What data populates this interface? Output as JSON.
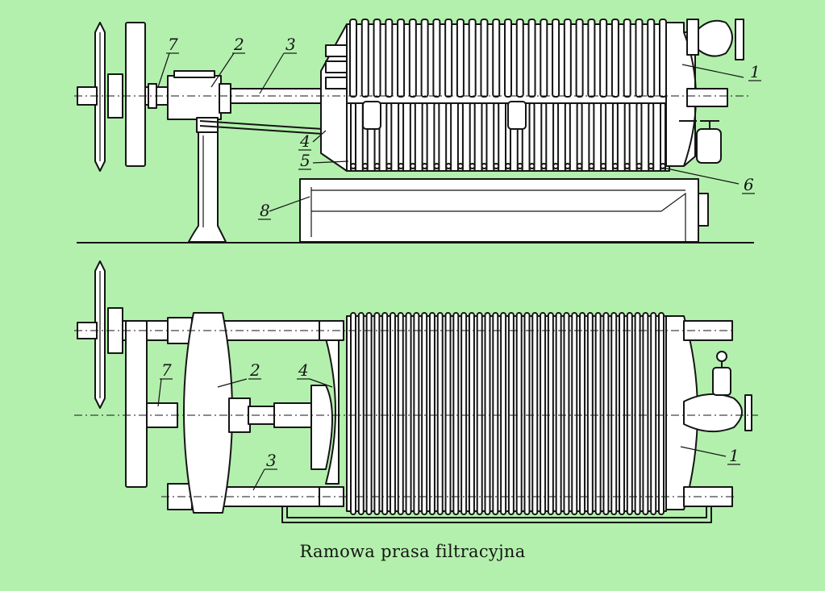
{
  "caption": "Ramowa prasa filtracyjna",
  "colors": {
    "background": "#b3f0ad",
    "ink": "#151515",
    "part_fill": "#ffffff"
  },
  "side_view_labels": [
    {
      "text": "1",
      "part": "fixed-head"
    },
    {
      "text": "2",
      "part": "movable-head"
    },
    {
      "text": "3",
      "part": "guide-bar"
    },
    {
      "text": "4",
      "part": "pressure-plate"
    },
    {
      "text": "5",
      "part": "frame-lug"
    },
    {
      "text": "6",
      "part": "filtrate-outlet"
    },
    {
      "text": "7",
      "part": "screw-spindle"
    },
    {
      "text": "8",
      "part": "collecting-trough"
    }
  ],
  "top_view_labels": [
    {
      "text": "1",
      "part": "fixed-head"
    },
    {
      "text": "2",
      "part": "movable-head"
    },
    {
      "text": "3",
      "part": "guide-bar"
    },
    {
      "text": "4",
      "part": "pressure-plate"
    },
    {
      "text": "7",
      "part": "screw-spindle"
    }
  ]
}
